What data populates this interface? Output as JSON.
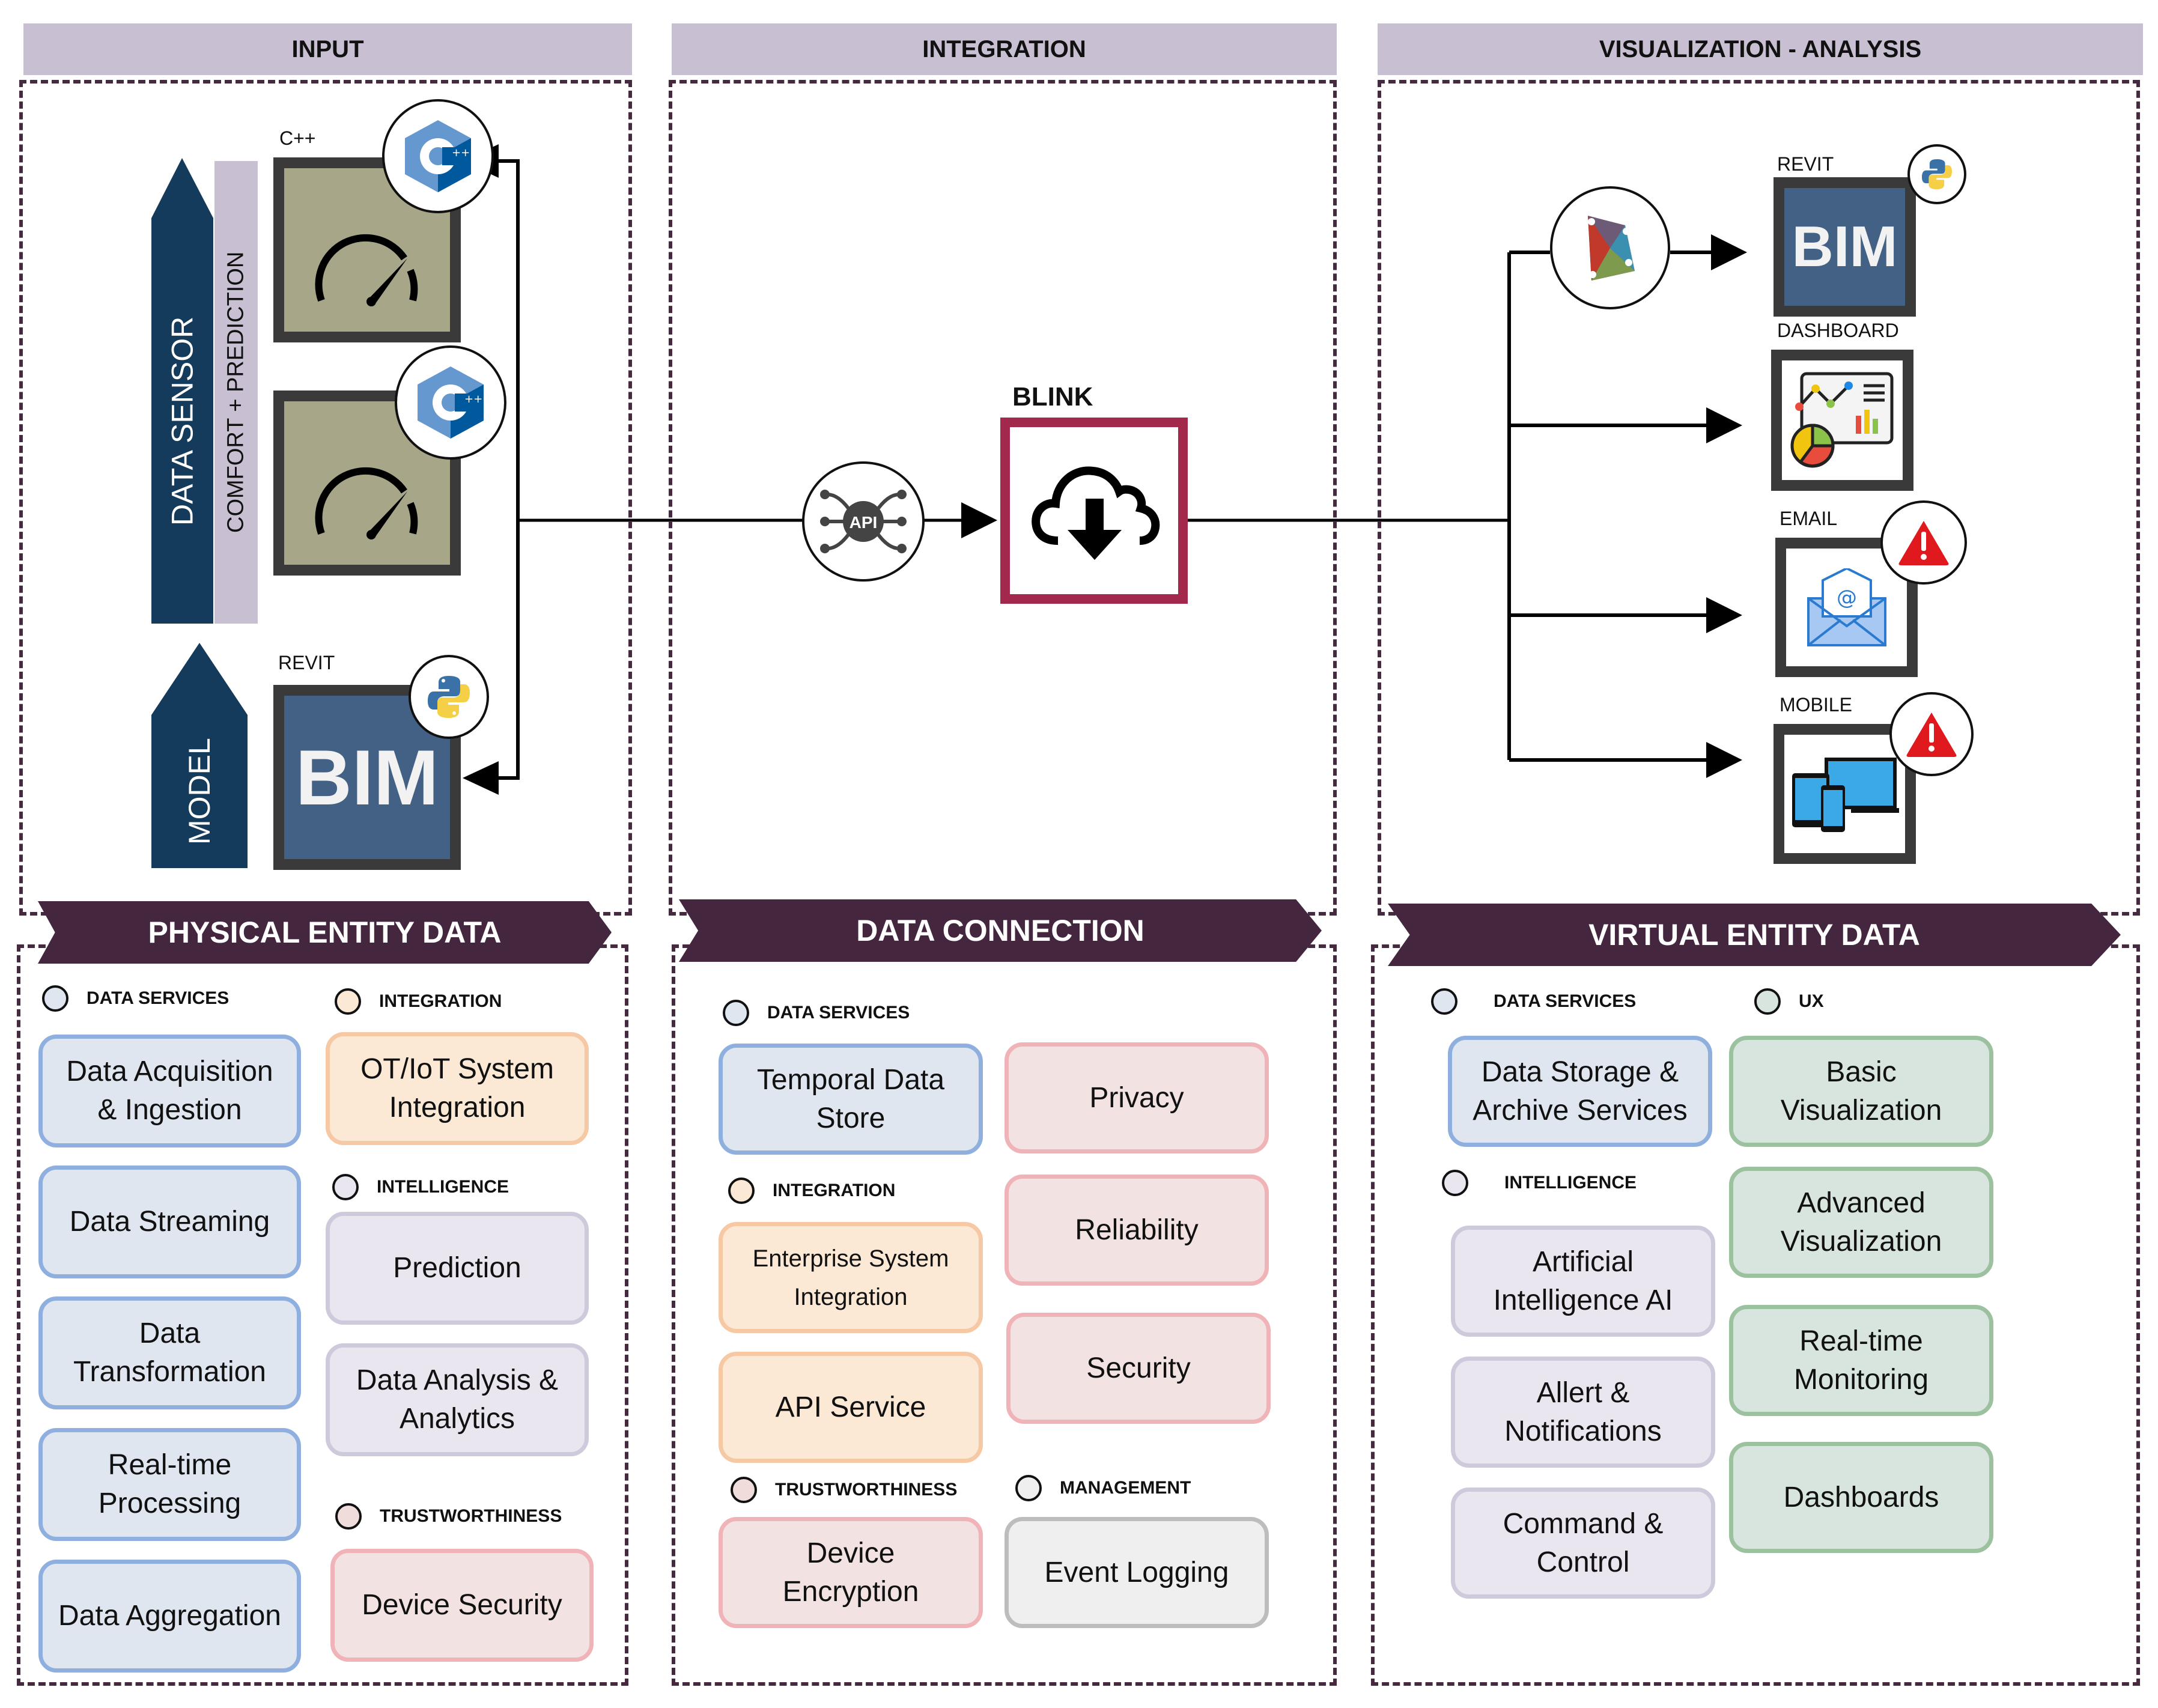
{
  "headers": {
    "input": "INPUT",
    "integration": "INTEGRATION",
    "visualization": "VISUALIZATION - ANALYSIS"
  },
  "input": {
    "data_sensor_label": "DATA SENSOR",
    "comfort_prediction_label": "COMFORT + PREDICTION",
    "model_label": "MODEL",
    "cpp_label": "C++",
    "revit_label": "REVIT",
    "bim_text": "BIM",
    "icons": [
      "cpp-logo-icon",
      "gauge-icon",
      "cpp-logo-icon",
      "gauge-icon",
      "python-logo-icon"
    ]
  },
  "integration": {
    "api_text": "API",
    "blink_label": "BLINK",
    "blink_icon": "cloud-download-icon",
    "blink_color": "#a3294c"
  },
  "visualization": {
    "outputs": [
      {
        "label": "REVIT",
        "content": "BIM",
        "badge": "python-logo-icon"
      },
      {
        "label": "DASHBOARD",
        "content": "dashboard-chart-icon",
        "badge": ""
      },
      {
        "label": "EMAIL",
        "content": "email-envelope-icon",
        "badge": "warning-icon"
      },
      {
        "label": "MOBILE",
        "content": "devices-icon",
        "badge": "warning-icon"
      }
    ],
    "dynamo_icon": "dynamo-logo-icon"
  },
  "banners": {
    "physical": "PHYSICAL ENTITY DATA",
    "connection": "DATA CONNECTION",
    "virtual": "VIRTUAL ENTITY DATA"
  },
  "physical": {
    "legends": {
      "data_services": "DATA SERVICES",
      "integration": "INTEGRATION",
      "intelligence": "INTELLIGENCE",
      "trustworthiness": "TRUSTWORTHINESS"
    },
    "data_services": [
      "Data Acquisition & Ingestion",
      "Data Streaming",
      "Data Transformation",
      "Real-time Processing",
      "Data Aggregation"
    ],
    "integration": [
      "OT/IoT System Integration"
    ],
    "intelligence": [
      "Prediction",
      "Data Analysis & Analytics"
    ],
    "trustworthiness": [
      "Device Security"
    ]
  },
  "connection": {
    "legends": {
      "data_services": "DATA SERVICES",
      "integration": "INTEGRATION",
      "trustworthiness": "TRUSTWORTHINESS",
      "management": "MANAGEMENT"
    },
    "data_services": [
      "Temporal Data Store"
    ],
    "integration": [
      "Enterprise System Integration",
      "API Service"
    ],
    "trustworthiness_left": [
      "Device Encryption"
    ],
    "trustworthiness_right": [
      "Privacy",
      "Reliability",
      "Security"
    ],
    "management": [
      "Event Logging"
    ]
  },
  "virtual": {
    "legends": {
      "data_services": "DATA SERVICES",
      "ux": "UX",
      "intelligence": "INTELLIGENCE"
    },
    "data_services": [
      "Data Storage & Archive Services"
    ],
    "intelligence": [
      "Artificial Intelligence AI",
      "Allert & Notifications",
      "Command & Control"
    ],
    "ux": [
      "Basic Visualization",
      "Advanced Visualization",
      "Real-time Monitoring",
      "Dashboards"
    ]
  },
  "colors": {
    "header_bar": "#c8bfd2",
    "banner": "#44273f",
    "dashed_border": "#45293f",
    "navy_arrow": "#143b5c",
    "bim_blue": "#436085",
    "sensor_olive": "#a7a689"
  }
}
